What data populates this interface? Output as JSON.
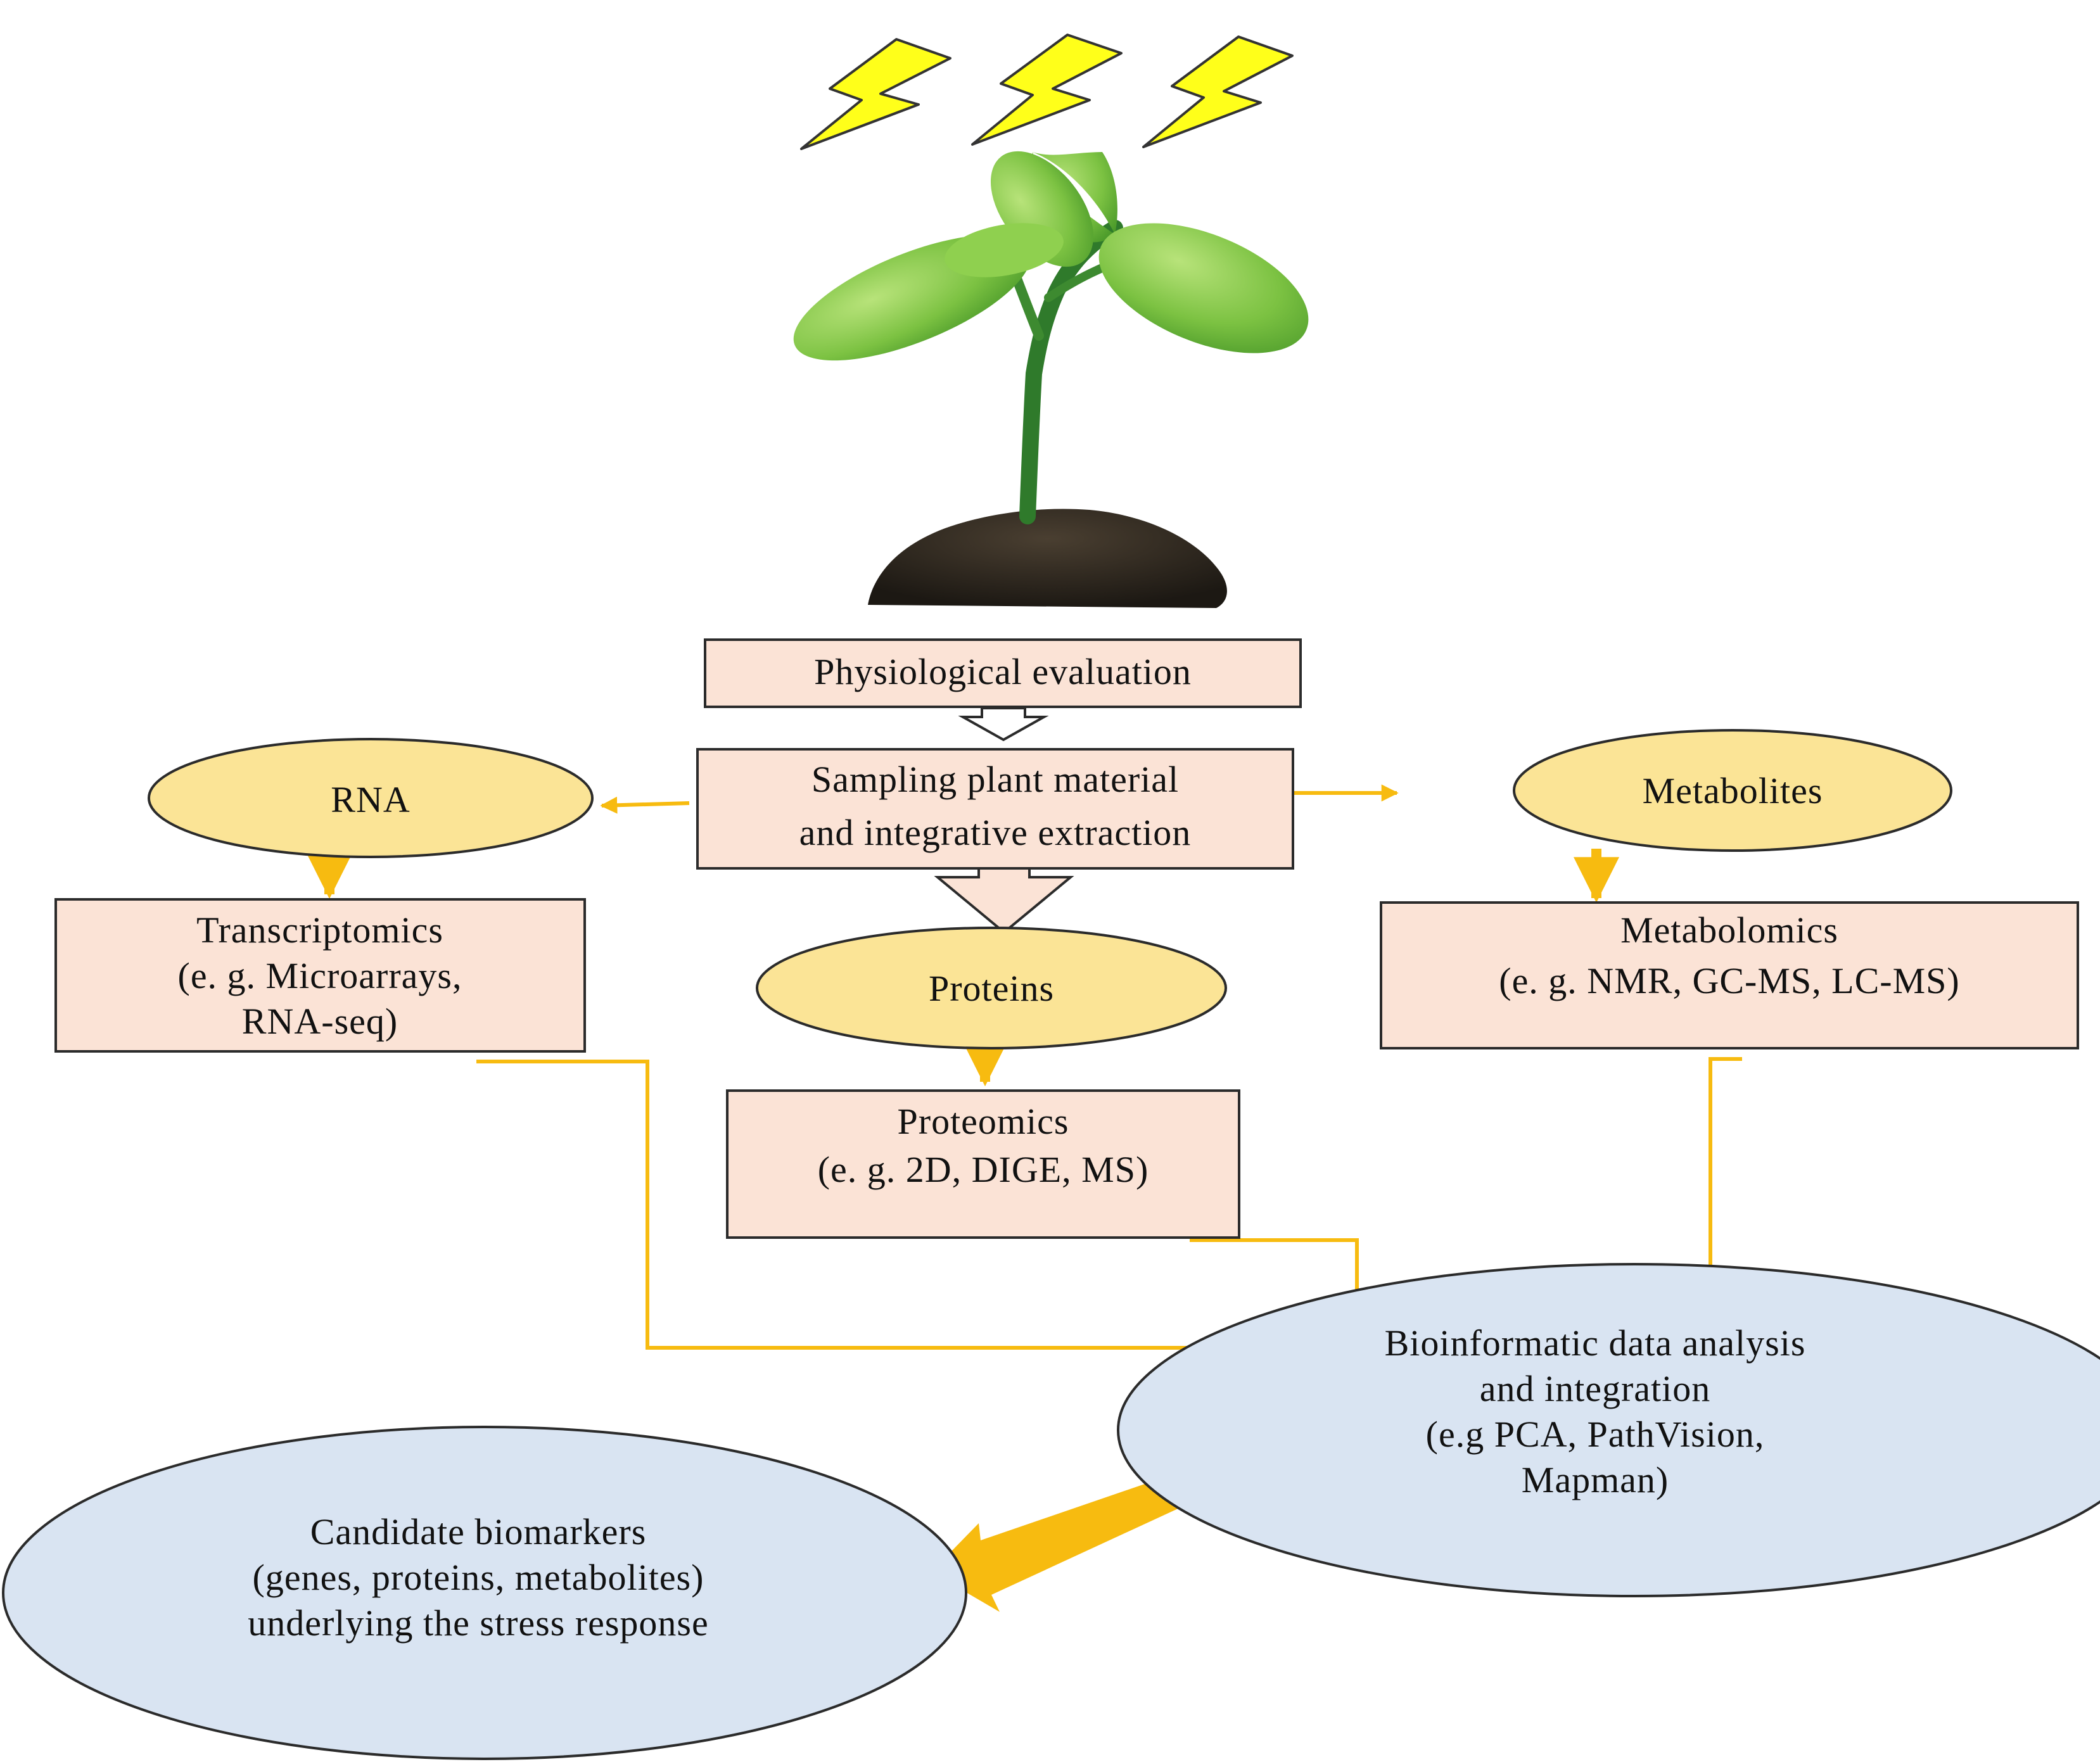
{
  "colors": {
    "box_fill": "#fbe3d6",
    "box_stroke": "#2b2b2b",
    "oval_fill": "#fbe496",
    "big_oval_fill": "#d9e4f2",
    "connector": "#f7bb10",
    "lightning": "#ffff1a",
    "leaf": "#7cc242",
    "stem": "#2f7a2b",
    "soil": "#2a241c"
  },
  "icons": {
    "stress": "lightning-bolt-icon",
    "plant": "seedling-in-soil-icon"
  },
  "nodes": {
    "physiological": {
      "lines": [
        "Physiological evaluation"
      ]
    },
    "sampling": {
      "lines": [
        "Sampling plant material",
        "and integrative extraction"
      ]
    },
    "rna": {
      "lines": [
        "RNA"
      ]
    },
    "metabolites": {
      "lines": [
        "Metabolites"
      ]
    },
    "proteins": {
      "lines": [
        "Proteins"
      ]
    },
    "transcriptomics": {
      "lines": [
        "Transcriptomics",
        "(e. g. Microarrays,",
        "RNA-seq)"
      ]
    },
    "metabolomics": {
      "lines": [
        "Metabolomics",
        "(e. g. NMR, GC-MS, LC-MS)"
      ]
    },
    "proteomics": {
      "lines": [
        "Proteomics",
        "(e. g. 2D, DIGE, MS)"
      ]
    },
    "bioinformatic": {
      "lines": [
        "Bioinformatic data analysis",
        "and integration",
        "(e.g PCA, PathVision,",
        "Mapman)"
      ]
    },
    "biomarkers": {
      "lines": [
        "Candidate biomarkers",
        "(genes, proteins, metabolites)",
        "underlying the stress response"
      ]
    }
  }
}
